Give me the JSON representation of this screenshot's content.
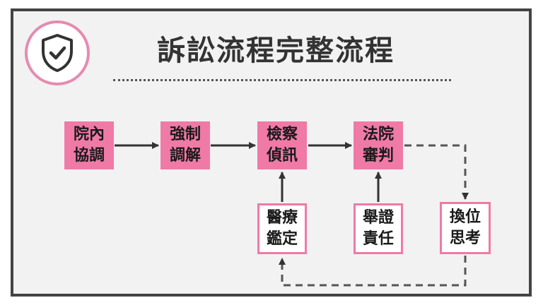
{
  "title": "訴訟流程完整流程",
  "colors": {
    "accent": "#f07aa6",
    "badge_ring": "#e68ab0",
    "frame": "#444444",
    "arrow": "#333333"
  },
  "badge": {
    "icon": "shield-check-icon"
  },
  "nodes": {
    "mediation": {
      "line1": "院內",
      "line2": "協調"
    },
    "compulsory": {
      "line1": "強制",
      "line2": "調解"
    },
    "prosecutor": {
      "line1": "檢察",
      "line2": "偵訊"
    },
    "court": {
      "line1": "法院",
      "line2": "審判"
    },
    "medical": {
      "line1": "醫療",
      "line2": "鑑定"
    },
    "burden": {
      "line1": "舉證",
      "line2": "責任"
    },
    "rethink": {
      "line1": "換位",
      "line2": "思考"
    }
  }
}
